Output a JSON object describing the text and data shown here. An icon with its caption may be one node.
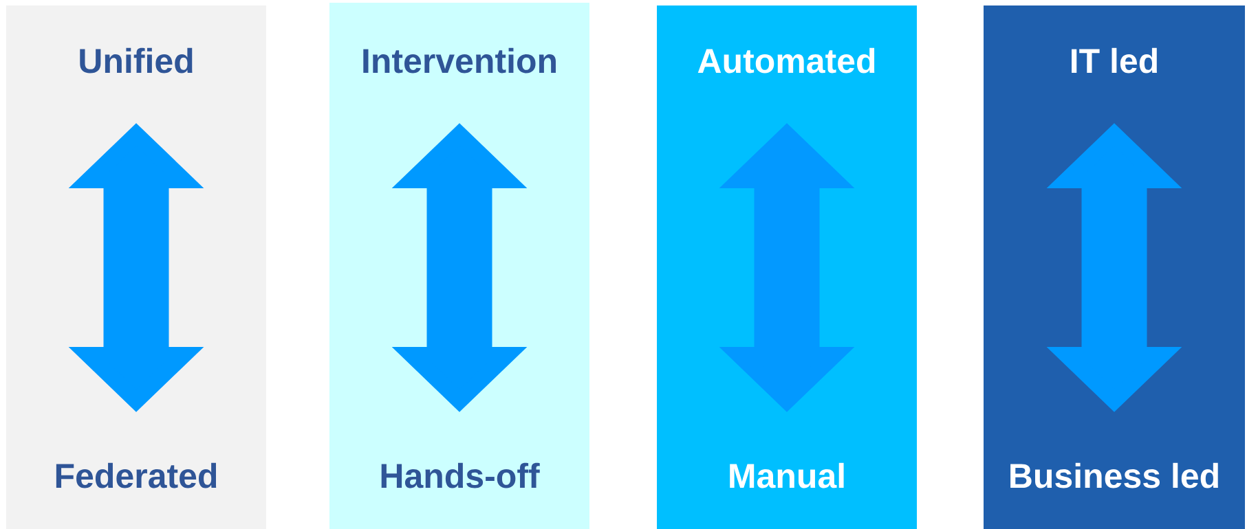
{
  "diagram": {
    "nodes": [
      {
        "text": [
          "Unified",
          "Federated"
        ]
      },
      {
        "text": [
          "Intervention",
          "Hands-off"
        ]
      },
      {
        "text": [
          "Automated",
          "Manual"
        ]
      },
      {
        "text": [
          "IT led",
          "Business led"
        ]
      }
    ]
  }
}
